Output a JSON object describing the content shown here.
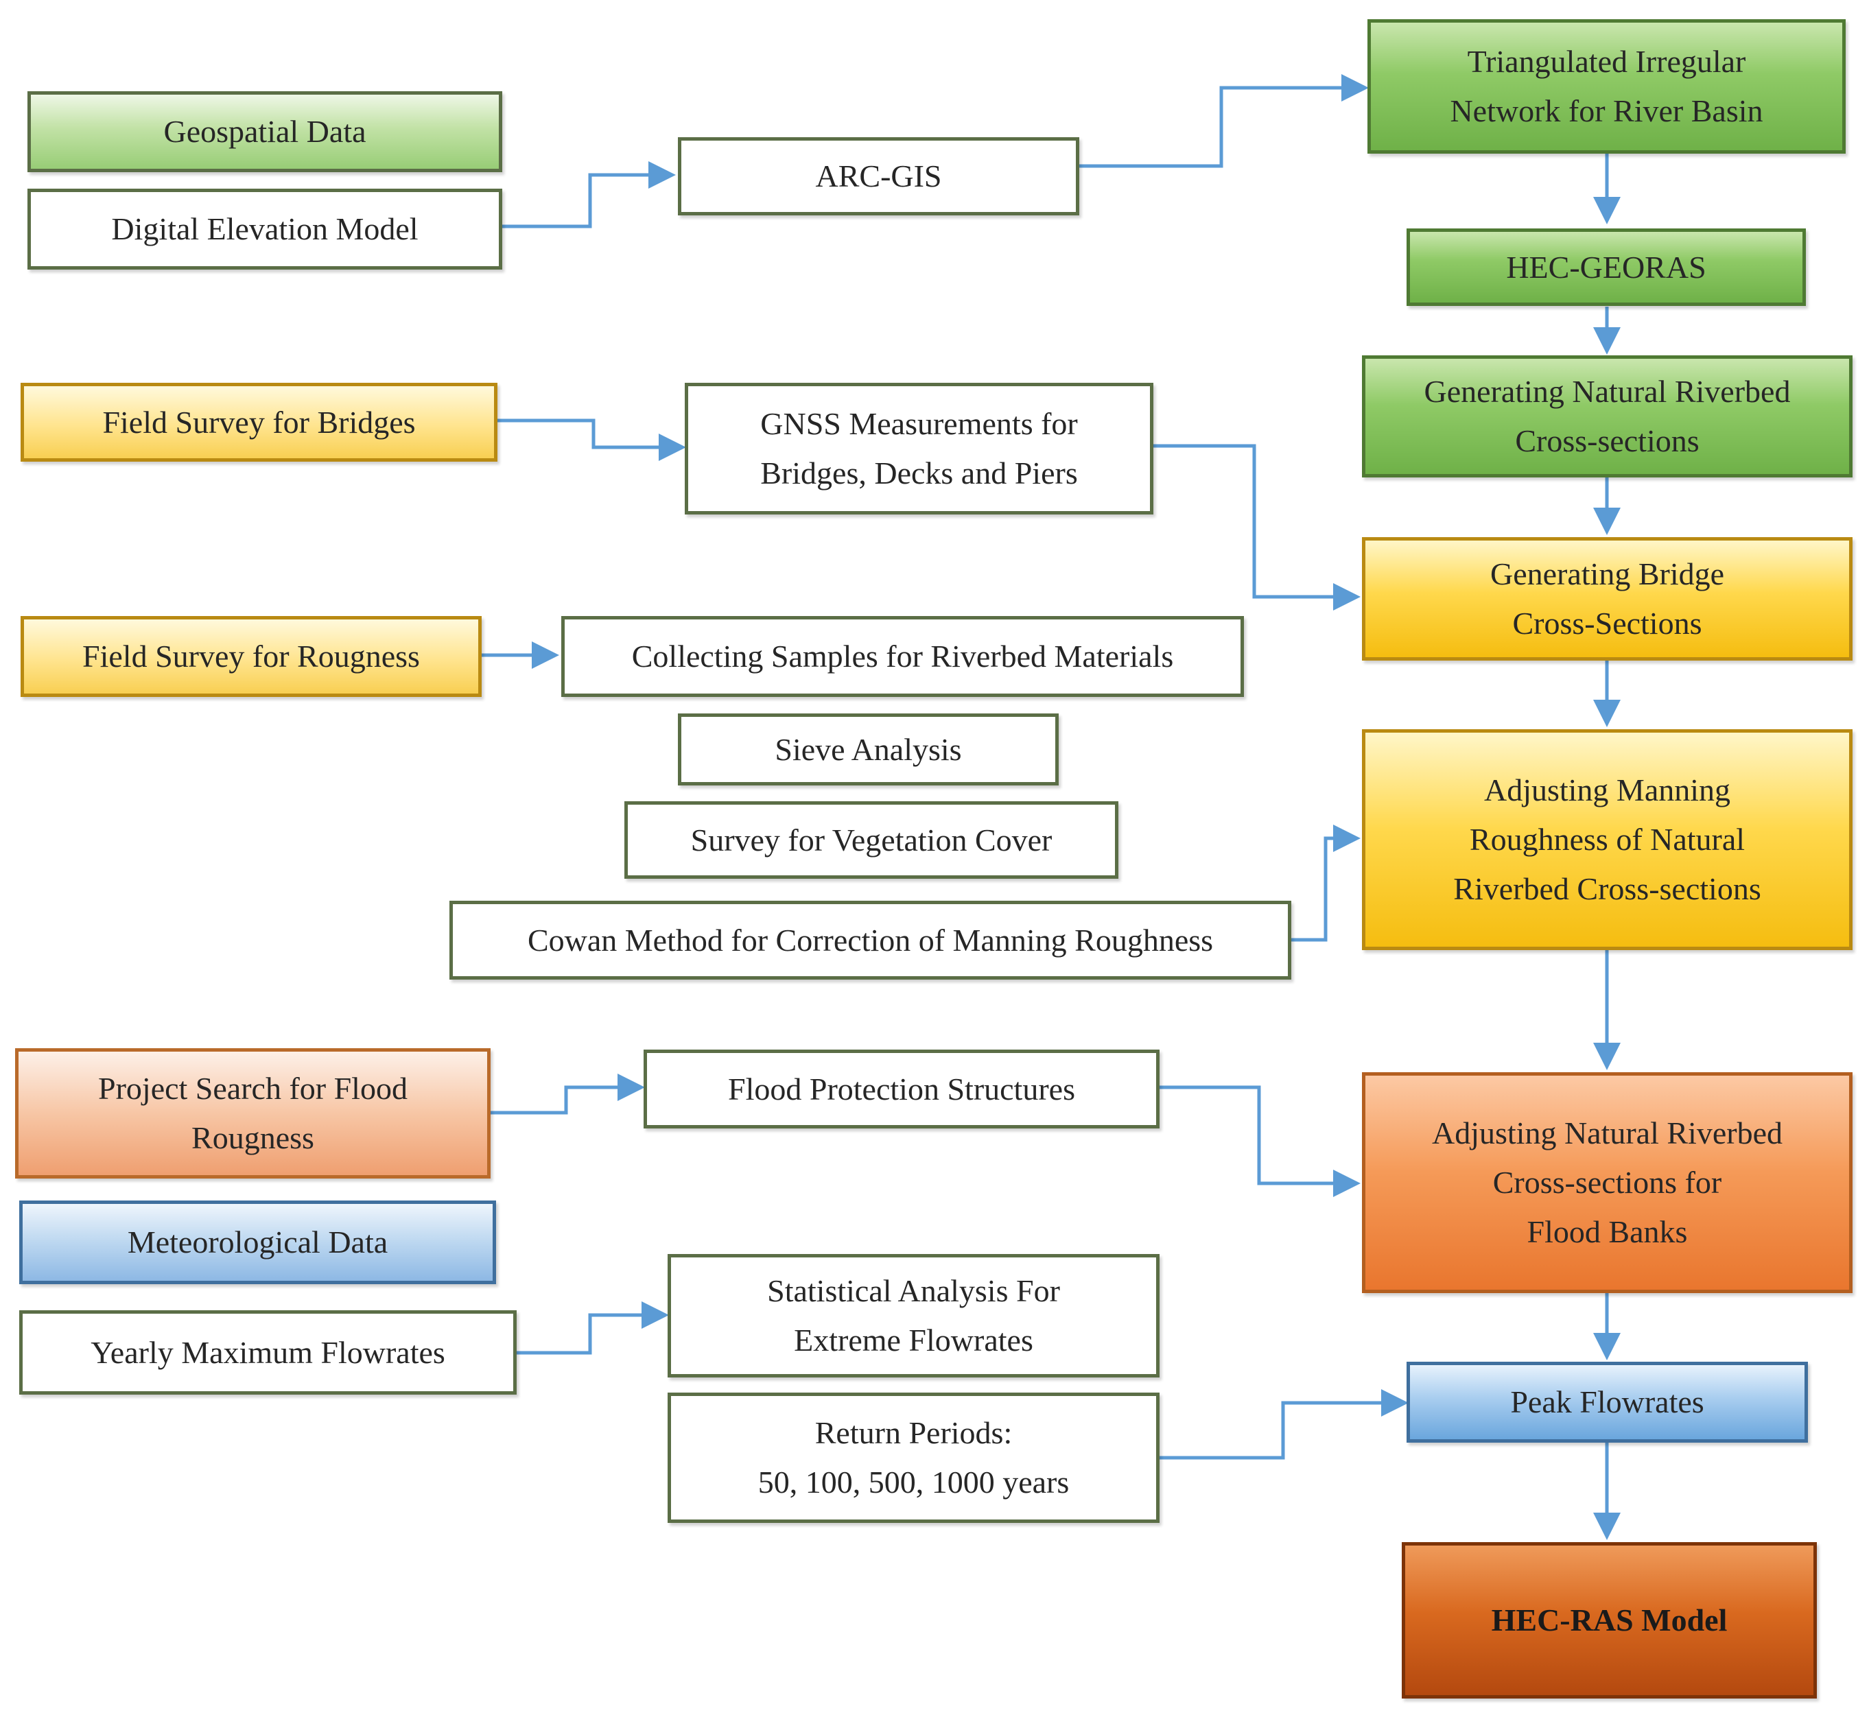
{
  "boxes": {
    "geospatial": "Geospatial Data",
    "dem": "Digital Elevation Model",
    "arcgis": "ARC-GIS",
    "tin": [
      "Triangulated Irregular",
      "Network for River Basin"
    ],
    "hecgeoras": "HEC-GEORAS",
    "gen_natural": [
      "Generating Natural Riverbed",
      "Cross-sections"
    ],
    "field_bridges": "Field Survey for Bridges",
    "gnss": [
      "GNSS Measurements for",
      "Bridges, Decks and Piers"
    ],
    "gen_bridge": [
      "Generating Bridge",
      "Cross-Sections"
    ],
    "field_rough": "Field Survey for Rougness",
    "samples": "Collecting Samples for Riverbed Materials",
    "sieve": "Sieve Analysis",
    "vegetation": "Survey for Vegetation Cover",
    "cowan": "Cowan Method for Correction of Manning Roughness",
    "adj_manning": [
      "Adjusting Manning",
      "Roughness of Natural",
      "Riverbed Cross-sections"
    ],
    "project_search": [
      "Project Search for Flood",
      "Rougness"
    ],
    "flood_struct": "Flood Protection Structures",
    "adj_flood": [
      "Adjusting Natural Riverbed",
      "Cross-sections for",
      "Flood Banks"
    ],
    "meteo": "Meteorological Data",
    "yearly": "Yearly Maximum  Flowrates",
    "stat": [
      "Statistical Analysis For",
      "Extreme Flowrates"
    ],
    "return": [
      "Return Periods:",
      "50, 100, 500, 1000 years"
    ],
    "peak": "Peak Flowrates",
    "hecras": "HEC-RAS Model"
  },
  "colors": {
    "arrow": "#5b9bd5",
    "border": "#5b6e46"
  }
}
